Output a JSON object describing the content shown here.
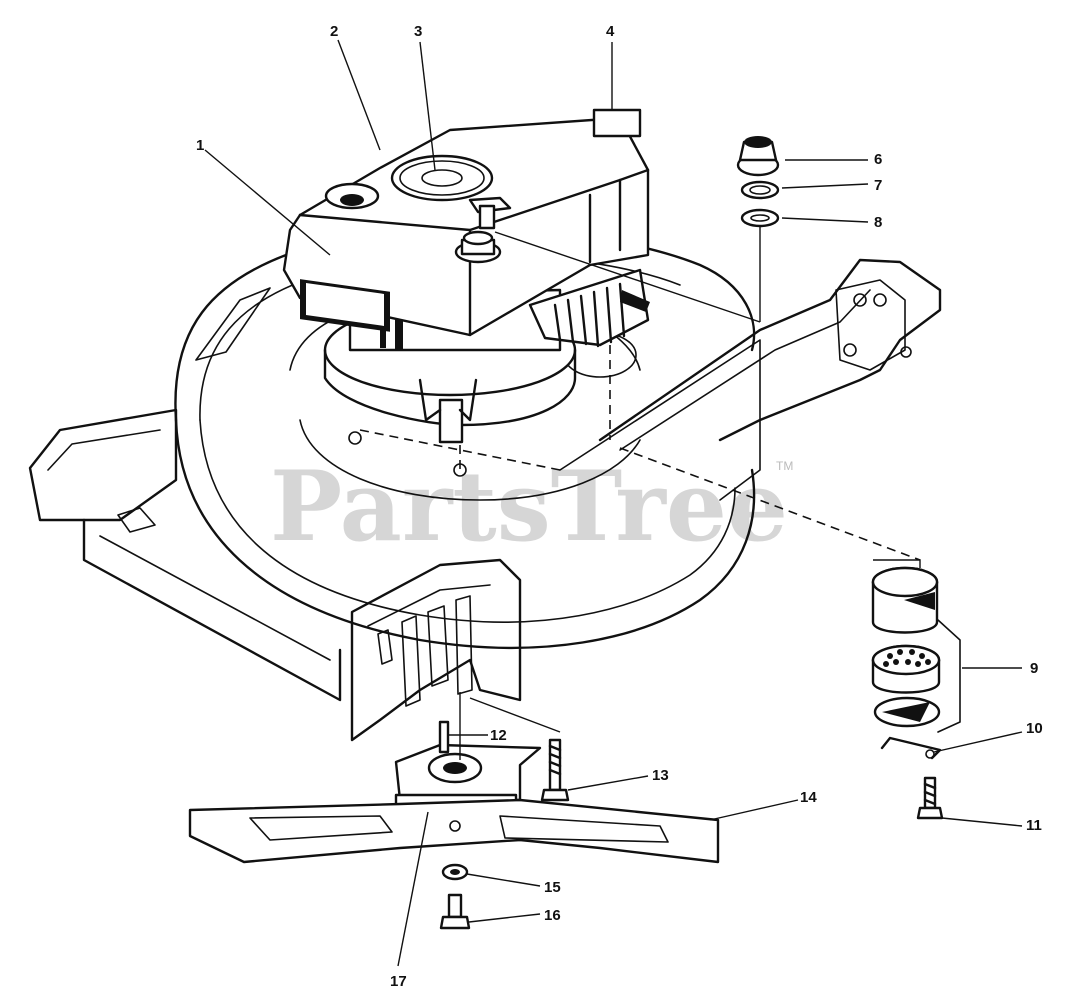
{
  "watermark": {
    "text": "PartsTree",
    "trademark": "TM"
  },
  "callouts": [
    {
      "id": "1",
      "label": "1"
    },
    {
      "id": "2",
      "label": "2"
    },
    {
      "id": "3",
      "label": "3"
    },
    {
      "id": "4",
      "label": "4"
    },
    {
      "id": "6",
      "label": "6"
    },
    {
      "id": "7",
      "label": "7"
    },
    {
      "id": "8",
      "label": "8"
    },
    {
      "id": "9",
      "label": "9"
    },
    {
      "id": "10",
      "label": "10"
    },
    {
      "id": "11",
      "label": "11"
    },
    {
      "id": "12",
      "label": "12"
    },
    {
      "id": "13",
      "label": "13"
    },
    {
      "id": "14",
      "label": "14"
    },
    {
      "id": "15",
      "label": "15"
    },
    {
      "id": "16",
      "label": "16"
    },
    {
      "id": "17",
      "label": "17"
    }
  ]
}
